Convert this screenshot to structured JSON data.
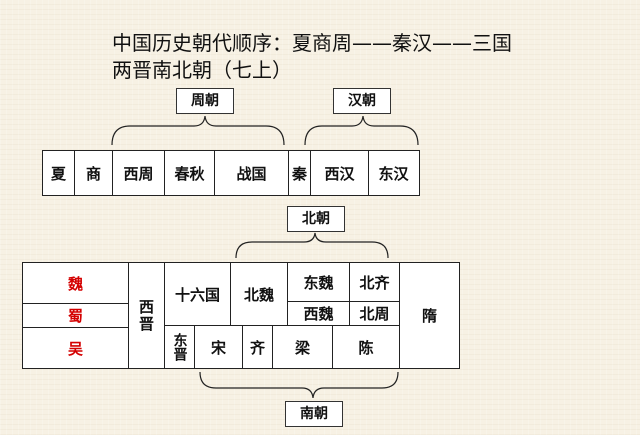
{
  "title": {
    "line1": "中国历史朝代顺序：夏商周——秦汉——三国",
    "line2": "两晋南北朝（七上）"
  },
  "labels": {
    "zhou": "周朝",
    "han": "汉朝",
    "north": "北朝",
    "south": "南朝"
  },
  "row1": {
    "cells": [
      "夏",
      "商",
      "西周",
      "春秋",
      "战国",
      "秦",
      "西汉",
      "东汉"
    ]
  },
  "row2": {
    "wei": "魏",
    "shu": "蜀",
    "wu": "吴",
    "xijin": "西晋",
    "shiliuguo": "十六国",
    "beiwei": "北魏",
    "dongwei": "东魏",
    "beiqi": "北齐",
    "xiwei": "西魏",
    "beizhou": "北周",
    "sui": "隋",
    "dongjin": "东晋",
    "song": "宋",
    "qi": "齐",
    "liang": "梁",
    "chen": "陈"
  },
  "colors": {
    "background": "#f7f1e4",
    "three_kingdoms_text": "#d40000"
  }
}
